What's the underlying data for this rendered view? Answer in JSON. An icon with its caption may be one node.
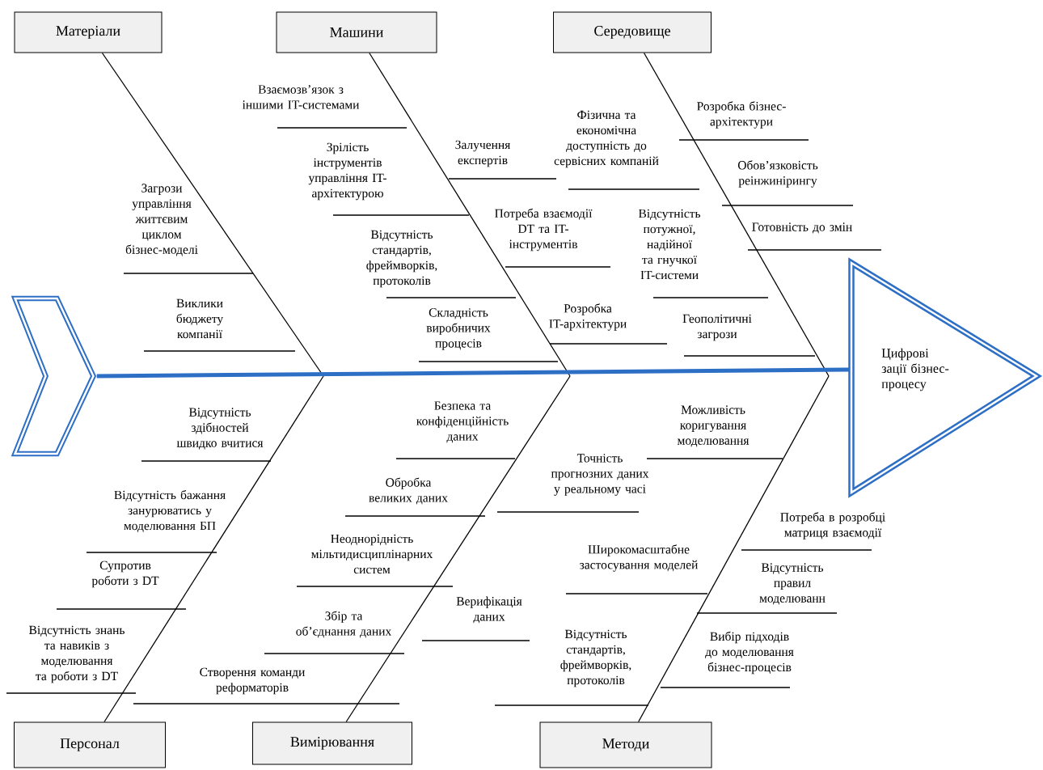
{
  "diagram": {
    "nodes": [
      {
        "text": [
          "Матеріали"
        ]
      },
      {
        "text": [
          "Машини"
        ]
      },
      {
        "text": [
          "Середовище"
        ]
      },
      {
        "text": [
          "Персонал"
        ]
      },
      {
        "text": [
          "Вимірювання"
        ]
      },
      {
        "text": [
          "Методи"
        ]
      },
      {
        "text": [
          "Цифрові зації бізнес-процесу"
        ]
      },
      {
        "text": [],
        "shape": "chevron"
      }
    ],
    "edges": [
      {
        "from": 0,
        "to": null,
        "arrow": "none"
      },
      {
        "from": 1,
        "to": null,
        "arrow": "none"
      },
      {
        "from": 2,
        "to": null,
        "arrow": "none"
      },
      {
        "from": 3,
        "to": null,
        "arrow": "none"
      },
      {
        "from": 4,
        "to": null,
        "arrow": "none"
      },
      {
        "from": 5,
        "to": null,
        "arrow": "none"
      },
      {
        "from": 7,
        "to": 6,
        "arrow": "none",
        "style": "thick",
        "color": "#2e6fc6"
      }
    ],
    "labels": [
      "Загрози управління життєвим циклом бізнес-моделі",
      "Виклики бюджету компанії",
      "Взаємозв’язок з іншими IT-системами",
      "Зрілість інструментів управління IT-архітектурою",
      "Відсутність стандартів, фреймворків, протоколів",
      "Складність виробничих процесів",
      "Залучення експертів",
      "Потреба взаємодії DT та IT-інструментів",
      "Розробка IT-архітектури",
      "Фізична та економічна доступність до сервісних компаній",
      "Відсутність потужної, надійної та гнучкої IT-системи",
      "Геополітичні загрози",
      "Розробка бізнес-архітектури",
      "Обов’язковість реінжинірингу",
      "Готовність до змін",
      "Відсутність здібностей швидко вчитися",
      "Відсутність бажання занурюватись у моделювання БП",
      "Супротив роботи з DT",
      "Відсутність знань та навиків з моделювання та роботи з DT",
      "Створення команди реформаторів",
      "Безпека та конфіденційність даних",
      "Обробка великих даних",
      "Неоднорідність мільтидисциплінарних систем",
      "Збір та об’єднання даних",
      "Верифікація даних",
      "Точність прогнозних даних у реальному часі",
      "Відсутність стандартів, фреймворків, протоколів",
      "Можливість коригування моделювання",
      "Широкомасштабне застосування моделей",
      "Потреба в розробці матриця взаємодії",
      "Відсутність правил моделюванн",
      "Вибір підходів до моделювання бізнес-процесів"
    ]
  }
}
